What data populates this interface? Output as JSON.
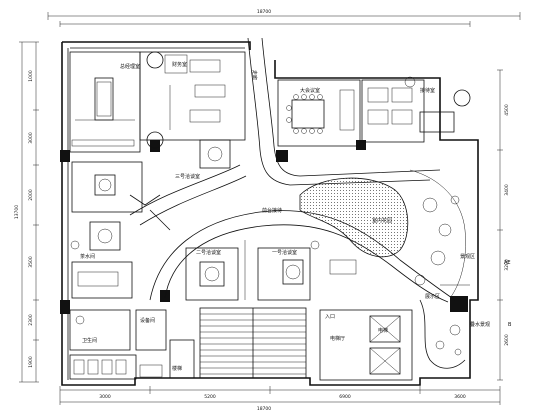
{
  "drawing": {
    "dimensions": {
      "top_total": "18700",
      "bottom_total": "18700",
      "left_total": "13700",
      "left_segments": [
        "1000",
        "3000",
        "2000",
        "3500",
        "2300",
        "1900"
      ],
      "right_segments": [
        "4500",
        "3400",
        "3200",
        "2600"
      ],
      "bottom_segments": [
        "3000",
        "5200",
        "6900",
        "3600"
      ]
    },
    "room_labels": {
      "office_a": "总经理室",
      "office_b": "财务室",
      "meeting": "大会议室",
      "reception": "接待室",
      "lounge": "三号洽谈室",
      "garden": "室内花园",
      "meeting_2": "二号洽谈室",
      "meeting_3": "一号洽谈室",
      "pantry": "茶水间",
      "front_desk": "前台接待",
      "corridor": "走廊",
      "toilet": "卫生间",
      "equipment": "设备间",
      "stair": "楼梯",
      "elevator": "电梯厅",
      "entry": "入口",
      "exhibit": "展示区",
      "landscape": "景观区",
      "waterfall": "叠水景观",
      "lift_label": "电梯",
      "ref_1": "AE",
      "ref_2": "B"
    }
  }
}
